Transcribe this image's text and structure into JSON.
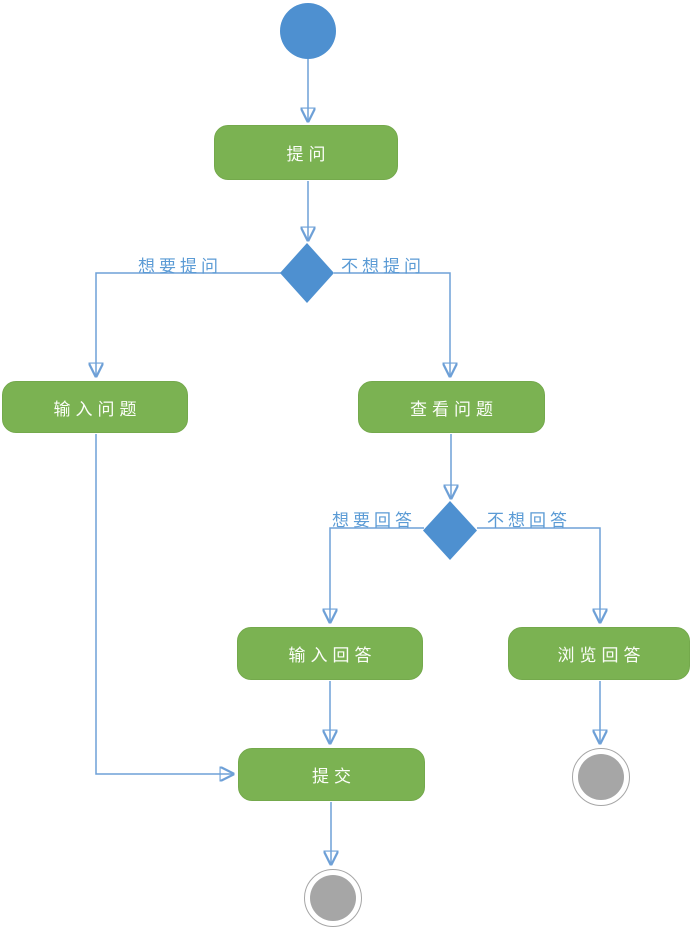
{
  "diagram": {
    "type": "uml-activity-diagram",
    "colors": {
      "action_fill": "#7BB252",
      "action_text": "#FBFDF8",
      "decision_fill": "#4E90D0",
      "start_fill": "#4E90D0",
      "final_fill": "#A6A6A6",
      "edge_stroke": "#6EA0D7",
      "arrowhead_fill": "#4E90D0",
      "edge_label_text": "#5B9BD5",
      "background": "#FFFFFF"
    },
    "nodes": {
      "start": {
        "type": "initial"
      },
      "ask": {
        "type": "action",
        "label": "提问"
      },
      "decision1": {
        "type": "decision"
      },
      "input_question": {
        "type": "action",
        "label": "输入问题"
      },
      "view_question": {
        "type": "action",
        "label": "查看问题"
      },
      "decision2": {
        "type": "decision"
      },
      "input_answer": {
        "type": "action",
        "label": "输入回答"
      },
      "browse_answer": {
        "type": "action",
        "label": "浏览回答"
      },
      "submit": {
        "type": "action",
        "label": "提交"
      },
      "final_submit": {
        "type": "final"
      },
      "final_browse": {
        "type": "final"
      }
    },
    "edge_labels": {
      "want_ask": "想要提问",
      "not_want_ask": "不想提问",
      "want_answer": "想要回答",
      "not_want_answer": "不想回答"
    }
  }
}
